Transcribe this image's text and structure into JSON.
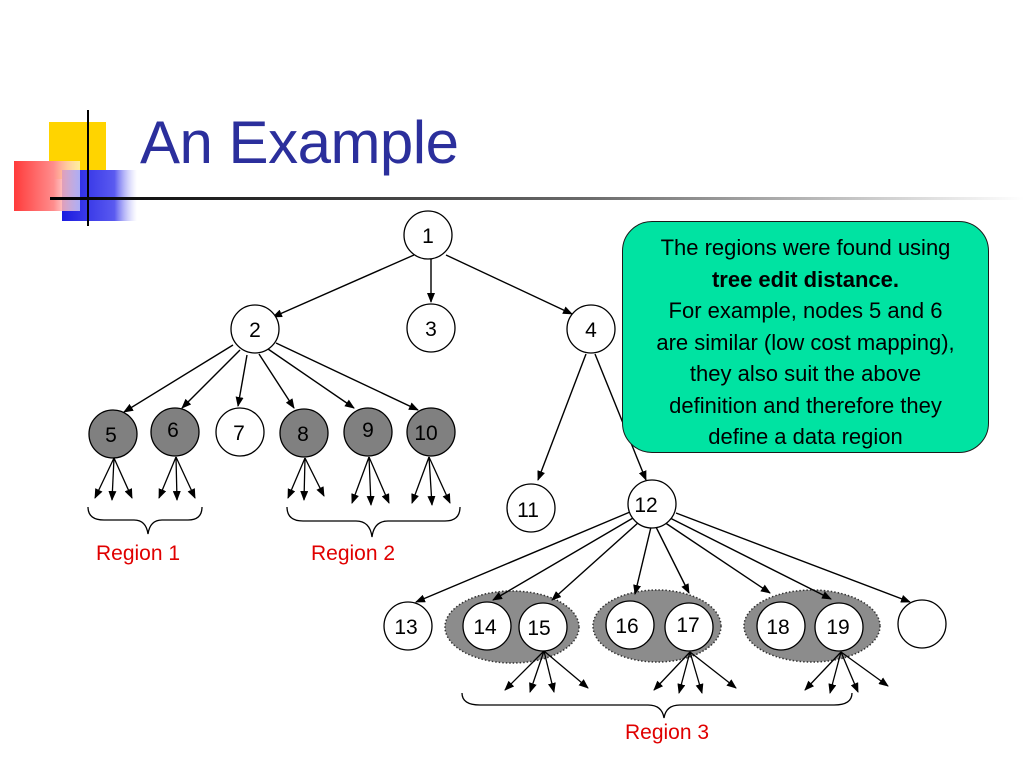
{
  "slide": {
    "title": "An Example"
  },
  "callout": {
    "lines": [
      "The regions were found using",
      "tree edit distance.",
      "For example, nodes 5 and 6",
      "are similar (low cost mapping),",
      "they also suit the above",
      "definition and therefore they",
      "define a data region"
    ]
  },
  "nodes": {
    "n1": "1",
    "n2": "2",
    "n3": "3",
    "n4": "4",
    "n5": "5",
    "n6": "6",
    "n7": "7",
    "n8": "8",
    "n9": "9",
    "n10": "10",
    "n11": "11",
    "n12": "12",
    "n13": "13",
    "n14": "14",
    "n15": "15",
    "n16": "16",
    "n17": "17",
    "n18": "18",
    "n19": "19"
  },
  "regions": {
    "r1": "Region 1",
    "r2": "Region 2",
    "r3": "Region 3"
  },
  "colors": {
    "title": "#2b2f9c",
    "region_label": "#e00000",
    "callout_fill": "#00e3a2",
    "shaded_node": "#808080",
    "group_ellipse": "#8c8c8c"
  }
}
